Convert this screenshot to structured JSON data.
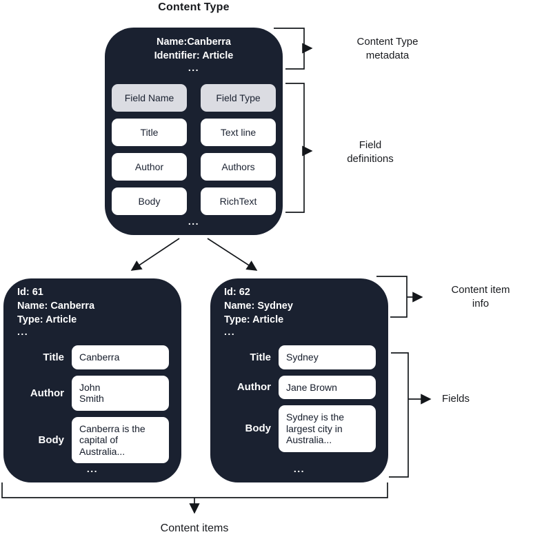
{
  "title": "Content Type",
  "colors": {
    "box_background": "#1a2130",
    "header_cell_background": "#dbdce2",
    "cell_background": "#ffffff",
    "connector": "#14171b",
    "dark_text": "#1a2130",
    "light_text": "#ffffff"
  },
  "content_type_box": {
    "meta_lines": [
      "Name:Canberra",
      "Identifier: Article",
      "..."
    ],
    "field_table": {
      "header": [
        "Field Name",
        "Field Type"
      ],
      "rows": [
        [
          "Title",
          "Text line"
        ],
        [
          "Author",
          "Authors"
        ],
        [
          "Body",
          "RichText"
        ]
      ]
    },
    "ellipsis": "..."
  },
  "annotations": {
    "content_type_metadata": {
      "line1": "Content Type",
      "line2": "metadata"
    },
    "field_definitions": {
      "line1": "Field",
      "line2": "definitions"
    },
    "content_item_info": {
      "line1": "Content item",
      "line2": "info"
    },
    "fields": "Fields",
    "content_items": "Content items"
  },
  "items": [
    {
      "info_lines": [
        "Id: 61",
        "Name: Canberra",
        "Type: Article",
        "..."
      ],
      "fields": [
        {
          "label": "Title",
          "value": "Canberra"
        },
        {
          "label": "Author",
          "value": "John\nSmith"
        },
        {
          "label": "Body",
          "value": "Canberra is the\ncapital of\nAustralia..."
        }
      ],
      "ellipsis": "..."
    },
    {
      "info_lines": [
        "Id: 62",
        "Name: Sydney",
        "Type: Article",
        "..."
      ],
      "fields": [
        {
          "label": "Title",
          "value": "Sydney"
        },
        {
          "label": "Author",
          "value": "Jane Brown"
        },
        {
          "label": "Body",
          "value": "Sydney is the\nlargest city in\nAustralia..."
        }
      ],
      "ellipsis": "..."
    }
  ]
}
